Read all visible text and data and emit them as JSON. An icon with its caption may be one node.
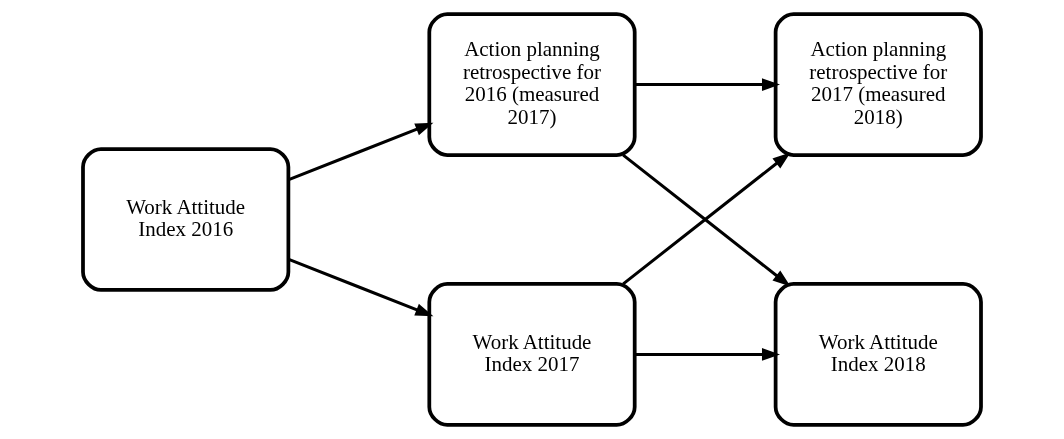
{
  "diagram": {
    "nodes": [
      {
        "text": [
          "Action planning retrospective for 2016 (measured 2017)"
        ]
      },
      {
        "text": [
          "Action planning retrospective for 2017 (measured 2018)"
        ]
      },
      {
        "text": [
          "Work Attitude Index 2016"
        ]
      },
      {
        "text": [
          "Work Attitude Index 2017"
        ]
      },
      {
        "text": [
          "Work Attitude Index 2018"
        ]
      }
    ],
    "edges": [
      {
        "from": 2,
        "to": 0,
        "arrow": "to"
      },
      {
        "from": 0,
        "to": 1,
        "arrow": "to"
      },
      {
        "from": 0,
        "to": 4,
        "arrow": "to"
      },
      {
        "from": 3,
        "to": 1,
        "arrow": "to"
      },
      {
        "from": 2,
        "to": 3,
        "arrow": "to"
      },
      {
        "from": 3,
        "to": 4,
        "arrow": "to"
      }
    ]
  }
}
